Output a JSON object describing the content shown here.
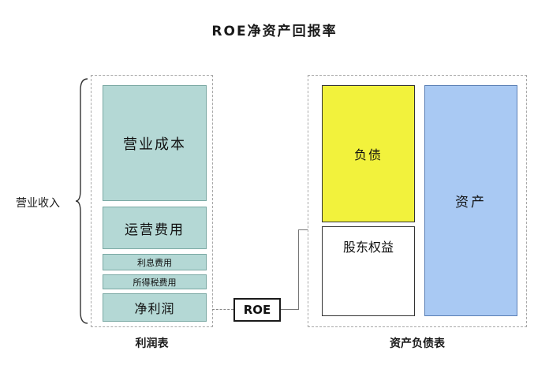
{
  "title": "ROE净资产回报率",
  "income_statement": {
    "caption": "利润表",
    "revenue_label": "营业收入",
    "items": [
      {
        "id": "operating-cost",
        "label": "营业成本"
      },
      {
        "id": "operating-expense",
        "label": "运营费用"
      },
      {
        "id": "interest-expense",
        "label": "利息费用"
      },
      {
        "id": "income-tax-expense",
        "label": "所得税费用"
      },
      {
        "id": "net-profit",
        "label": "净利润"
      }
    ]
  },
  "roe": {
    "label": "ROE"
  },
  "balance_sheet": {
    "caption": "资产负债表",
    "liabilities_label": "负债",
    "equity_label": "股东权益",
    "assets_label": "资产"
  },
  "colors": {
    "teal_fill": "#b4d8d5",
    "teal_border": "#7aa8a3",
    "yellow_fill": "#f2f23c",
    "blue_fill": "#a9c9f3",
    "box_border": "#333333",
    "dashed_container_border": "#a8a8a8",
    "connector_line": "#777777"
  }
}
